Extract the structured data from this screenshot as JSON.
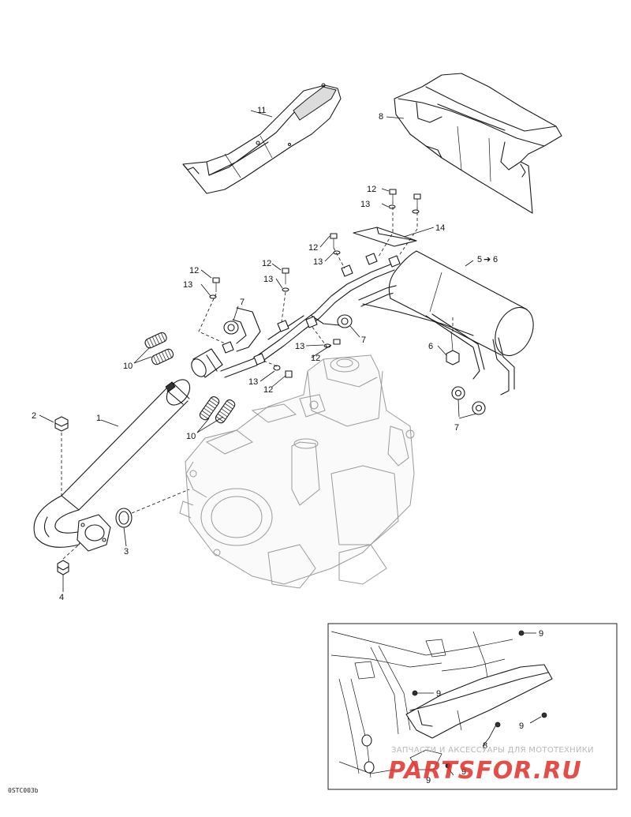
{
  "callouts": {
    "c1": "1",
    "c2": "2",
    "c3": "3",
    "c4": "4",
    "c5": "5",
    "c6": "6",
    "c6b": "6",
    "c7a": "7",
    "c7b": "7",
    "c7c": "7",
    "c8": "8",
    "c8i": "8",
    "c9a": "9",
    "c9b": "9",
    "c9c": "9",
    "c9d": "9",
    "c9e": "9",
    "c10a": "10",
    "c10b": "10",
    "c11": "11",
    "c12a": "12",
    "c12b": "12",
    "c12c": "12",
    "c12d": "12",
    "c12e": "12",
    "c13a": "13",
    "c13b": "13",
    "c13c": "13",
    "c13d": "13",
    "c13e": "13",
    "c13f": "13",
    "c14": "14"
  },
  "arrow_glyph": "➔",
  "reference_code": "0STC003b",
  "watermark": {
    "tagline": "ЗАПЧАСТИ И АКСЕССУАРЫ ДЛЯ МОТОТЕХНИКИ",
    "logo_text": "PARTSFOR.RU",
    "logo_color": "#e0302a"
  }
}
